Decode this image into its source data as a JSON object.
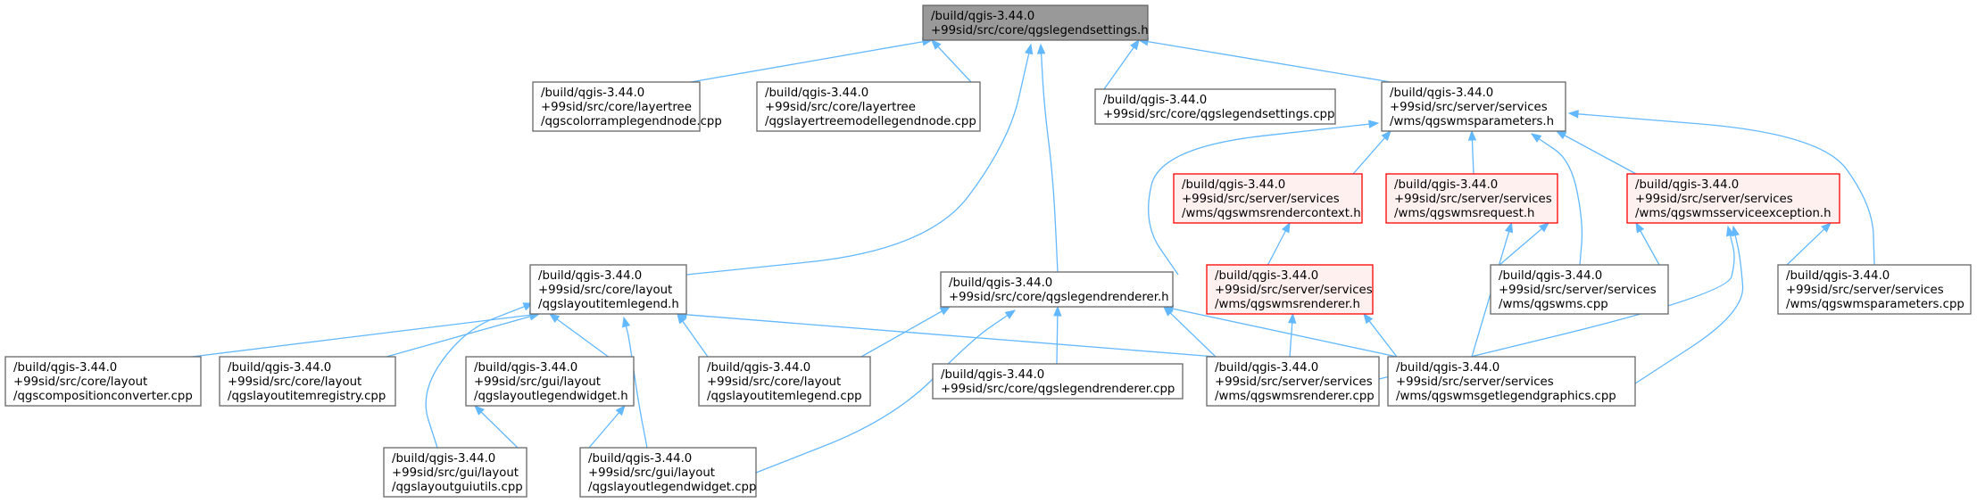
{
  "graph": {
    "nodes": [
      {
        "id": "root",
        "style": "root",
        "lines": [
          "/build/qgis-3.44.0",
          "+99sid/src/core/qgslegendsettings.h"
        ]
      },
      {
        "id": "colorramp",
        "style": "plain",
        "lines": [
          "/build/qgis-3.44.0",
          "+99sid/src/core/layertree",
          "/qgscolorramplegendnode.cpp"
        ]
      },
      {
        "id": "layertreemodel",
        "style": "plain",
        "lines": [
          "/build/qgis-3.44.0",
          "+99sid/src/core/layertree",
          "/qgslayertreemodellegendnode.cpp"
        ]
      },
      {
        "id": "legendsettingscpp",
        "style": "plain",
        "lines": [
          "/build/qgis-3.44.0",
          "+99sid/src/core/qgslegendsettings.cpp"
        ]
      },
      {
        "id": "wmsparamsh",
        "style": "plain",
        "lines": [
          "/build/qgis-3.44.0",
          "+99sid/src/server/services",
          "/wms/qgswmsparameters.h"
        ]
      },
      {
        "id": "rendercontext",
        "style": "red",
        "lines": [
          "/build/qgis-3.44.0",
          "+99sid/src/server/services",
          "/wms/qgswmsrendercontext.h"
        ]
      },
      {
        "id": "wmsrequest",
        "style": "red",
        "lines": [
          "/build/qgis-3.44.0",
          "+99sid/src/server/services",
          "/wms/qgswmsrequest.h"
        ]
      },
      {
        "id": "serviceexception",
        "style": "red",
        "lines": [
          "/build/qgis-3.44.0",
          "+99sid/src/server/services",
          "/wms/qgswmsserviceexception.h"
        ]
      },
      {
        "id": "layoutitemlegendh",
        "style": "plain",
        "lines": [
          "/build/qgis-3.44.0",
          "+99sid/src/core/layout",
          "/qgslayoutitemlegend.h"
        ]
      },
      {
        "id": "legendrendererh",
        "style": "plain",
        "lines": [
          "/build/qgis-3.44.0",
          "+99sid/src/core/qgslegendrenderer.h"
        ]
      },
      {
        "id": "wmsrendererh",
        "style": "red",
        "lines": [
          "/build/qgis-3.44.0",
          "+99sid/src/server/services",
          "/wms/qgswmsrenderer.h"
        ]
      },
      {
        "id": "wmscpp",
        "style": "plain",
        "lines": [
          "/build/qgis-3.44.0",
          "+99sid/src/server/services",
          "/wms/qgswms.cpp"
        ]
      },
      {
        "id": "wmsparamscpp",
        "style": "plain",
        "lines": [
          "/build/qgis-3.44.0",
          "+99sid/src/server/services",
          "/wms/qgswmsparameters.cpp"
        ]
      },
      {
        "id": "compconverter",
        "style": "plain",
        "lines": [
          "/build/qgis-3.44.0",
          "+99sid/src/core/layout",
          "/qgscompositionconverter.cpp"
        ]
      },
      {
        "id": "itemregistry",
        "style": "plain",
        "lines": [
          "/build/qgis-3.44.0",
          "+99sid/src/core/layout",
          "/qgslayoutitemregistry.cpp"
        ]
      },
      {
        "id": "legendwidgeth",
        "style": "plain",
        "lines": [
          "/build/qgis-3.44.0",
          "+99sid/src/gui/layout",
          "/qgslayoutlegendwidget.h"
        ]
      },
      {
        "id": "itemlegendcpp",
        "style": "plain",
        "lines": [
          "/build/qgis-3.44.0",
          "+99sid/src/core/layout",
          "/qgslayoutitemlegend.cpp"
        ]
      },
      {
        "id": "legendrenderercpp",
        "style": "plain",
        "lines": [
          "/build/qgis-3.44.0",
          "+99sid/src/core/qgslegendrenderer.cpp"
        ]
      },
      {
        "id": "wmsrenderercpp",
        "style": "plain",
        "lines": [
          "/build/qgis-3.44.0",
          "+99sid/src/server/services",
          "/wms/qgswmsrenderer.cpp"
        ]
      },
      {
        "id": "getlegendgraphics",
        "style": "plain",
        "lines": [
          "/build/qgis-3.44.0",
          "+99sid/src/server/services",
          "/wms/qgswmsgetlegendgraphics.cpp"
        ]
      },
      {
        "id": "guiutils",
        "style": "plain",
        "lines": [
          "/build/qgis-3.44.0",
          "+99sid/src/gui/layout",
          "/qgslayoutguiutils.cpp"
        ]
      },
      {
        "id": "legendwidgetcpp",
        "style": "plain",
        "lines": [
          "/build/qgis-3.44.0",
          "+99sid/src/gui/layout",
          "/qgslayoutlegendwidget.cpp"
        ]
      }
    ],
    "edges": [
      {
        "from": "colorramp",
        "to": "root"
      },
      {
        "from": "layertreemodel",
        "to": "root"
      },
      {
        "from": "legendsettingscpp",
        "to": "root"
      },
      {
        "from": "wmsparamsh",
        "to": "root"
      },
      {
        "from": "layoutitemlegendh",
        "to": "root"
      },
      {
        "from": "legendrendererh",
        "to": "root"
      },
      {
        "from": "rendercontext",
        "to": "wmsparamsh"
      },
      {
        "from": "wmsrequest",
        "to": "wmsparamsh"
      },
      {
        "from": "serviceexception",
        "to": "wmsparamsh"
      },
      {
        "from": "wmsrendererh",
        "to": "wmsparamsh"
      },
      {
        "from": "wmscpp",
        "to": "wmsparamsh"
      },
      {
        "from": "wmsparamscpp",
        "to": "wmsparamsh"
      },
      {
        "from": "wmsrendererh",
        "to": "rendercontext"
      },
      {
        "from": "getlegendgraphics",
        "to": "wmsrequest"
      },
      {
        "from": "wmscpp",
        "to": "wmsrequest"
      },
      {
        "from": "wmscpp",
        "to": "serviceexception"
      },
      {
        "from": "wmsparamscpp",
        "to": "serviceexception"
      },
      {
        "from": "wmsrenderercpp",
        "to": "serviceexception"
      },
      {
        "from": "getlegendgraphics",
        "to": "serviceexception"
      },
      {
        "from": "compconverter",
        "to": "layoutitemlegendh"
      },
      {
        "from": "itemregistry",
        "to": "layoutitemlegendh"
      },
      {
        "from": "legendwidgeth",
        "to": "layoutitemlegendh"
      },
      {
        "from": "itemlegendcpp",
        "to": "layoutitemlegendh"
      },
      {
        "from": "wmsrenderercpp",
        "to": "layoutitemlegendh"
      },
      {
        "from": "guiutils",
        "to": "layoutitemlegendh"
      },
      {
        "from": "legendwidgetcpp",
        "to": "layoutitemlegendh"
      },
      {
        "from": "itemlegendcpp",
        "to": "legendrendererh"
      },
      {
        "from": "legendrenderercpp",
        "to": "legendrendererh"
      },
      {
        "from": "wmsrenderercpp",
        "to": "legendrendererh"
      },
      {
        "from": "getlegendgraphics",
        "to": "legendrendererh"
      },
      {
        "from": "legendwidgetcpp",
        "to": "legendrendererh"
      },
      {
        "from": "wmsrenderercpp",
        "to": "wmsrendererh"
      },
      {
        "from": "getlegendgraphics",
        "to": "wmsrendererh"
      },
      {
        "from": "guiutils",
        "to": "legendwidgeth"
      },
      {
        "from": "legendwidgetcpp",
        "to": "legendwidgeth"
      }
    ]
  }
}
